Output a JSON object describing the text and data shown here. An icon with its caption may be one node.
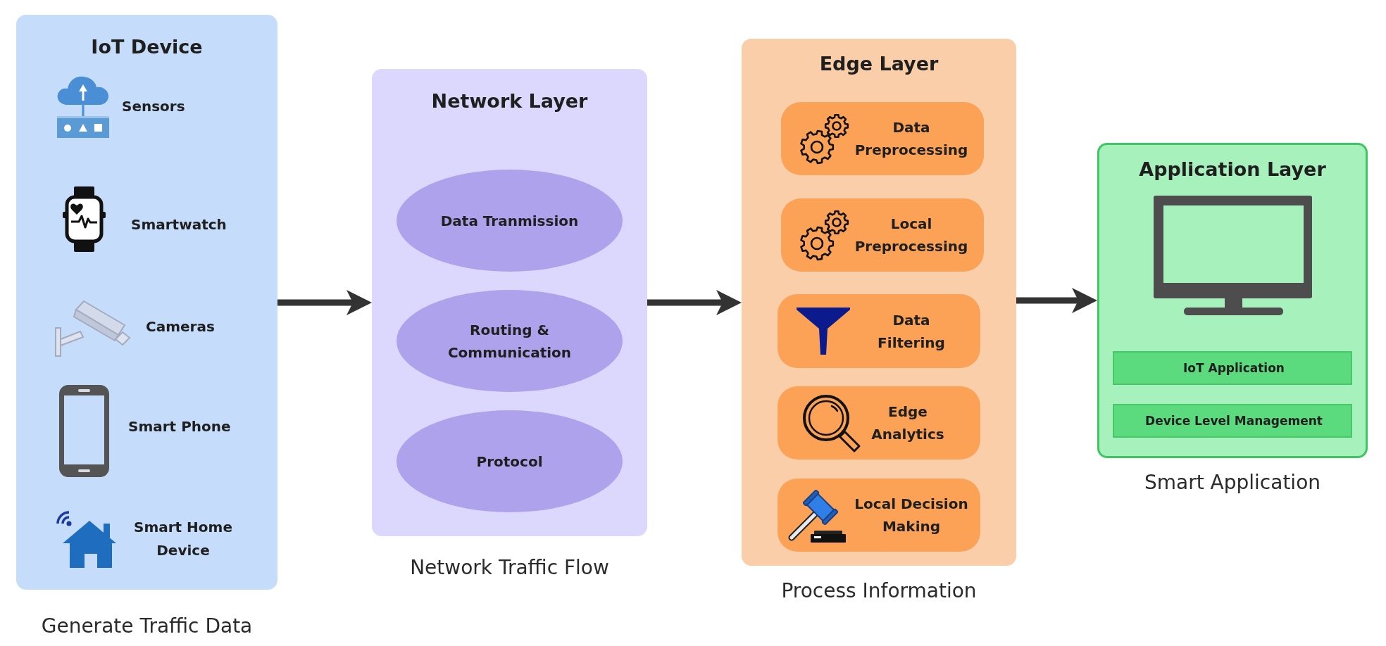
{
  "diagram": {
    "nodes": [
      {
        "text": [
          "IoT Device",
          "Sensors",
          "Smartwatch",
          "Cameras",
          "Smart Phone",
          "Smart Home Device"
        ],
        "beside": [
          "Generate Traffic Data"
        ]
      },
      {
        "text": [
          "Network Layer"
        ],
        "beside": [
          "Network Traffic Flow"
        ]
      },
      {
        "text": [
          "Data Tranmission"
        ],
        "in": 1
      },
      {
        "text": [
          "Routing & Communication"
        ],
        "in": 1
      },
      {
        "text": [
          "Protocol"
        ],
        "in": 1
      },
      {
        "text": [
          "Edge Layer"
        ],
        "beside": [
          "Process Information"
        ]
      },
      {
        "text": [
          "Data Preprocessing"
        ],
        "in": 5
      },
      {
        "text": [
          "Local Preprocessing"
        ],
        "in": 5
      },
      {
        "text": [
          "Data Filtering"
        ],
        "in": 5
      },
      {
        "text": [
          "Edge Analytics"
        ],
        "in": 5
      },
      {
        "text": [
          "Local Decision Making"
        ],
        "in": 5
      },
      {
        "text": [
          "Application Layer"
        ],
        "beside": [
          "Smart Application"
        ]
      },
      {
        "text": [
          "IoT Application"
        ],
        "in": 11
      },
      {
        "text": [
          "Device Level Management"
        ],
        "in": 11
      }
    ],
    "edges": [
      {
        "from": 0,
        "to": 1,
        "arrow": "to"
      },
      {
        "from": 1,
        "to": 5,
        "arrow": "to"
      },
      {
        "from": 5,
        "to": 11,
        "arrow": "to"
      }
    ]
  }
}
